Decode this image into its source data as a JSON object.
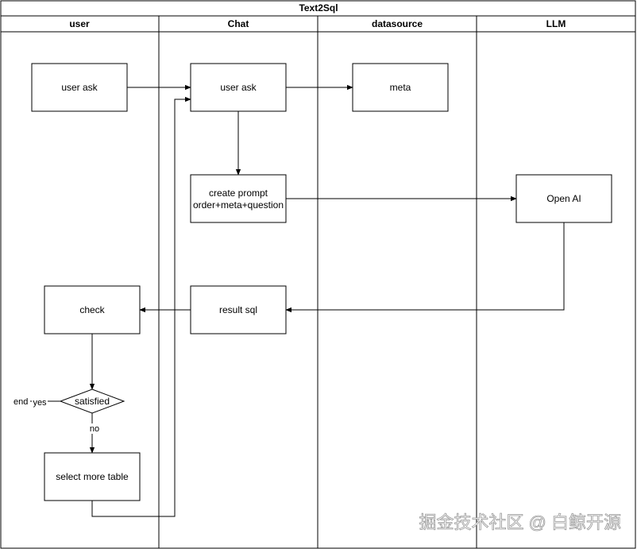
{
  "diagram": {
    "title": "Text2Sql",
    "lanes": [
      {
        "id": "user",
        "label": "user"
      },
      {
        "id": "chat",
        "label": "Chat"
      },
      {
        "id": "datasource",
        "label": "datasource"
      },
      {
        "id": "llm",
        "label": "LLM"
      }
    ],
    "nodes": {
      "user_ask_user": {
        "label": "user ask"
      },
      "user_ask_chat": {
        "label": "user ask"
      },
      "meta": {
        "label": "meta"
      },
      "create_prompt": {
        "line1": "create prompt",
        "line2": "order+meta+question"
      },
      "open_ai": {
        "label": "Open AI"
      },
      "result_sql": {
        "label": "result sql"
      },
      "check": {
        "label": "check"
      },
      "satisfied": {
        "label": "satisfied"
      },
      "select_more_table": {
        "label": "select more table"
      },
      "end": {
        "label": "end"
      }
    },
    "edge_labels": {
      "yes": "yes",
      "no": "no"
    }
  },
  "watermark": "掘金技术社区 @ 白鲸开源"
}
